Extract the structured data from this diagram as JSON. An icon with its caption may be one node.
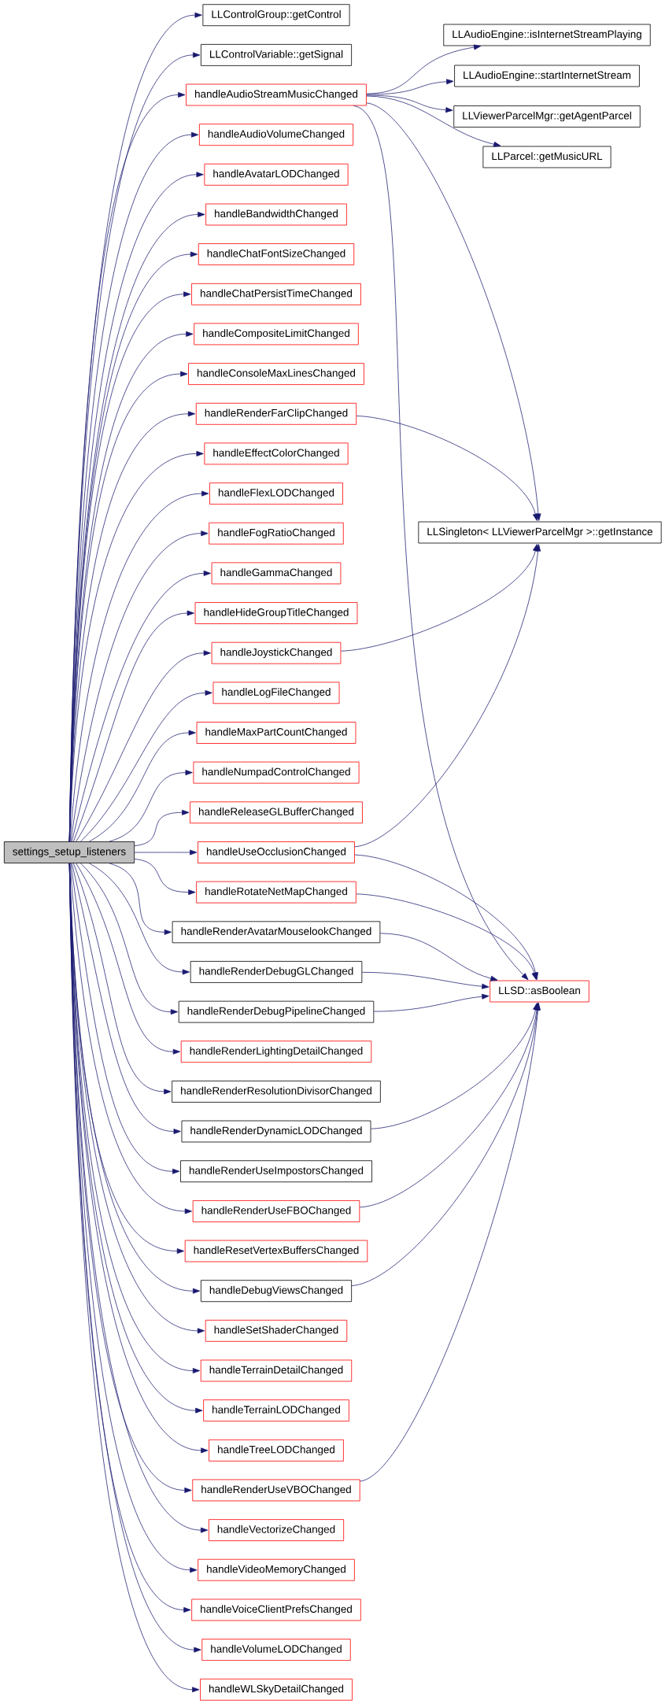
{
  "diagram": {
    "nodes": [
      {
        "text": [
          "settings_setup_listeners"
        ]
      },
      {
        "text": [
          "LLControlGroup::getControl"
        ]
      },
      {
        "text": [
          "LLControlVariable::getSignal"
        ]
      },
      {
        "text": [
          "handleAudioStreamMusicChanged"
        ]
      },
      {
        "text": [
          "handleAudioVolumeChanged"
        ]
      },
      {
        "text": [
          "handleAvatarLODChanged"
        ]
      },
      {
        "text": [
          "handleBandwidthChanged"
        ]
      },
      {
        "text": [
          "handleChatFontSizeChanged"
        ]
      },
      {
        "text": [
          "handleChatPersistTimeChanged"
        ]
      },
      {
        "text": [
          "handleCompositeLimitChanged"
        ]
      },
      {
        "text": [
          "handleConsoleMaxLinesChanged"
        ]
      },
      {
        "text": [
          "handleRenderFarClipChanged"
        ]
      },
      {
        "text": [
          "handleEffectColorChanged"
        ]
      },
      {
        "text": [
          "handleFlexLODChanged"
        ]
      },
      {
        "text": [
          "handleFogRatioChanged"
        ]
      },
      {
        "text": [
          "handleGammaChanged"
        ]
      },
      {
        "text": [
          "handleHideGroupTitleChanged"
        ]
      },
      {
        "text": [
          "handleJoystickChanged"
        ]
      },
      {
        "text": [
          "handleLogFileChanged"
        ]
      },
      {
        "text": [
          "handleMaxPartCountChanged"
        ]
      },
      {
        "text": [
          "handleNumpadControlChanged"
        ]
      },
      {
        "text": [
          "handleReleaseGLBufferChanged"
        ]
      },
      {
        "text": [
          "handleUseOcclusionChanged"
        ]
      },
      {
        "text": [
          "handleRotateNetMapChanged"
        ]
      },
      {
        "text": [
          "handleRenderAvatarMouselookChanged"
        ]
      },
      {
        "text": [
          "handleRenderDebugGLChanged"
        ]
      },
      {
        "text": [
          "handleRenderDebugPipelineChanged"
        ]
      },
      {
        "text": [
          "handleRenderLightingDetailChanged"
        ]
      },
      {
        "text": [
          "handleRenderResolutionDivisorChanged"
        ]
      },
      {
        "text": [
          "handleRenderDynamicLODChanged"
        ]
      },
      {
        "text": [
          "handleRenderUseImpostorsChanged"
        ]
      },
      {
        "text": [
          "handleRenderUseFBOChanged"
        ]
      },
      {
        "text": [
          "handleResetVertexBuffersChanged"
        ]
      },
      {
        "text": [
          "handleDebugViewsChanged"
        ]
      },
      {
        "text": [
          "handleSetShaderChanged"
        ]
      },
      {
        "text": [
          "handleTerrainDetailChanged"
        ]
      },
      {
        "text": [
          "handleTerrainLODChanged"
        ]
      },
      {
        "text": [
          "handleTreeLODChanged"
        ]
      },
      {
        "text": [
          "handleRenderUseVBOChanged"
        ]
      },
      {
        "text": [
          "handleVectorizeChanged"
        ]
      },
      {
        "text": [
          "handleVideoMemoryChanged"
        ]
      },
      {
        "text": [
          "handleVoiceClientPrefsChanged"
        ]
      },
      {
        "text": [
          "handleVolumeLODChanged"
        ]
      },
      {
        "text": [
          "handleWLSkyDetailChanged"
        ]
      },
      {
        "text": [
          "LLAudioEngine::isInternetStreamPlaying"
        ]
      },
      {
        "text": [
          "LLAudioEngine::startInternetStream"
        ]
      },
      {
        "text": [
          "LLViewerParcelMgr::getAgentParcel"
        ]
      },
      {
        "text": [
          "LLParcel::getMusicURL"
        ]
      },
      {
        "text": [
          "LLSingleton< LLViewerParcelMgr >::getInstance"
        ]
      },
      {
        "text": [
          "LLSD::asBoolean"
        ]
      }
    ],
    "edges": [
      {
        "from": 0,
        "to": 1,
        "arrow": "to"
      },
      {
        "from": 0,
        "to": 2,
        "arrow": "to"
      },
      {
        "from": 0,
        "to": 3,
        "arrow": "to"
      },
      {
        "from": 0,
        "to": 4,
        "arrow": "to"
      },
      {
        "from": 0,
        "to": 5,
        "arrow": "to"
      },
      {
        "from": 0,
        "to": 6,
        "arrow": "to"
      },
      {
        "from": 0,
        "to": 7,
        "arrow": "to"
      },
      {
        "from": 0,
        "to": 8,
        "arrow": "to"
      },
      {
        "from": 0,
        "to": 9,
        "arrow": "to"
      },
      {
        "from": 0,
        "to": 10,
        "arrow": "to"
      },
      {
        "from": 0,
        "to": 11,
        "arrow": "to"
      },
      {
        "from": 0,
        "to": 12,
        "arrow": "to"
      },
      {
        "from": 0,
        "to": 13,
        "arrow": "to"
      },
      {
        "from": 0,
        "to": 14,
        "arrow": "to"
      },
      {
        "from": 0,
        "to": 15,
        "arrow": "to"
      },
      {
        "from": 0,
        "to": 16,
        "arrow": "to"
      },
      {
        "from": 0,
        "to": 17,
        "arrow": "to"
      },
      {
        "from": 0,
        "to": 18,
        "arrow": "to"
      },
      {
        "from": 0,
        "to": 19,
        "arrow": "to"
      },
      {
        "from": 0,
        "to": 20,
        "arrow": "to"
      },
      {
        "from": 0,
        "to": 21,
        "arrow": "to"
      },
      {
        "from": 0,
        "to": 22,
        "arrow": "to"
      },
      {
        "from": 0,
        "to": 23,
        "arrow": "to"
      },
      {
        "from": 0,
        "to": 24,
        "arrow": "to"
      },
      {
        "from": 0,
        "to": 25,
        "arrow": "to"
      },
      {
        "from": 0,
        "to": 26,
        "arrow": "to"
      },
      {
        "from": 0,
        "to": 27,
        "arrow": "to"
      },
      {
        "from": 0,
        "to": 28,
        "arrow": "to"
      },
      {
        "from": 0,
        "to": 29,
        "arrow": "to"
      },
      {
        "from": 0,
        "to": 30,
        "arrow": "to"
      },
      {
        "from": 0,
        "to": 31,
        "arrow": "to"
      },
      {
        "from": 0,
        "to": 32,
        "arrow": "to"
      },
      {
        "from": 0,
        "to": 33,
        "arrow": "to"
      },
      {
        "from": 0,
        "to": 34,
        "arrow": "to"
      },
      {
        "from": 0,
        "to": 35,
        "arrow": "to"
      },
      {
        "from": 0,
        "to": 36,
        "arrow": "to"
      },
      {
        "from": 0,
        "to": 37,
        "arrow": "to"
      },
      {
        "from": 0,
        "to": 38,
        "arrow": "to"
      },
      {
        "from": 0,
        "to": 39,
        "arrow": "to"
      },
      {
        "from": 0,
        "to": 40,
        "arrow": "to"
      },
      {
        "from": 0,
        "to": 41,
        "arrow": "to"
      },
      {
        "from": 0,
        "to": 42,
        "arrow": "to"
      },
      {
        "from": 0,
        "to": 43,
        "arrow": "to"
      },
      {
        "from": 3,
        "to": 44,
        "arrow": "to"
      },
      {
        "from": 3,
        "to": 45,
        "arrow": "to"
      },
      {
        "from": 3,
        "to": 46,
        "arrow": "to"
      },
      {
        "from": 3,
        "to": 47,
        "arrow": "to"
      },
      {
        "from": 3,
        "to": 48,
        "arrow": "to"
      },
      {
        "from": 3,
        "to": 49,
        "arrow": "to"
      },
      {
        "from": 11,
        "to": 48,
        "arrow": "to"
      },
      {
        "from": 17,
        "to": 48,
        "arrow": "to"
      },
      {
        "from": 22,
        "to": 48,
        "arrow": "to"
      },
      {
        "from": 22,
        "to": 49,
        "arrow": "to"
      },
      {
        "from": 23,
        "to": 49,
        "arrow": "to"
      },
      {
        "from": 24,
        "to": 49,
        "arrow": "to"
      },
      {
        "from": 25,
        "to": 49,
        "arrow": "to"
      },
      {
        "from": 26,
        "to": 49,
        "arrow": "to"
      },
      {
        "from": 29,
        "to": 49,
        "arrow": "to"
      },
      {
        "from": 31,
        "to": 49,
        "arrow": "to"
      },
      {
        "from": 33,
        "to": 49,
        "arrow": "to"
      },
      {
        "from": 38,
        "to": 49,
        "arrow": "to"
      }
    ]
  }
}
